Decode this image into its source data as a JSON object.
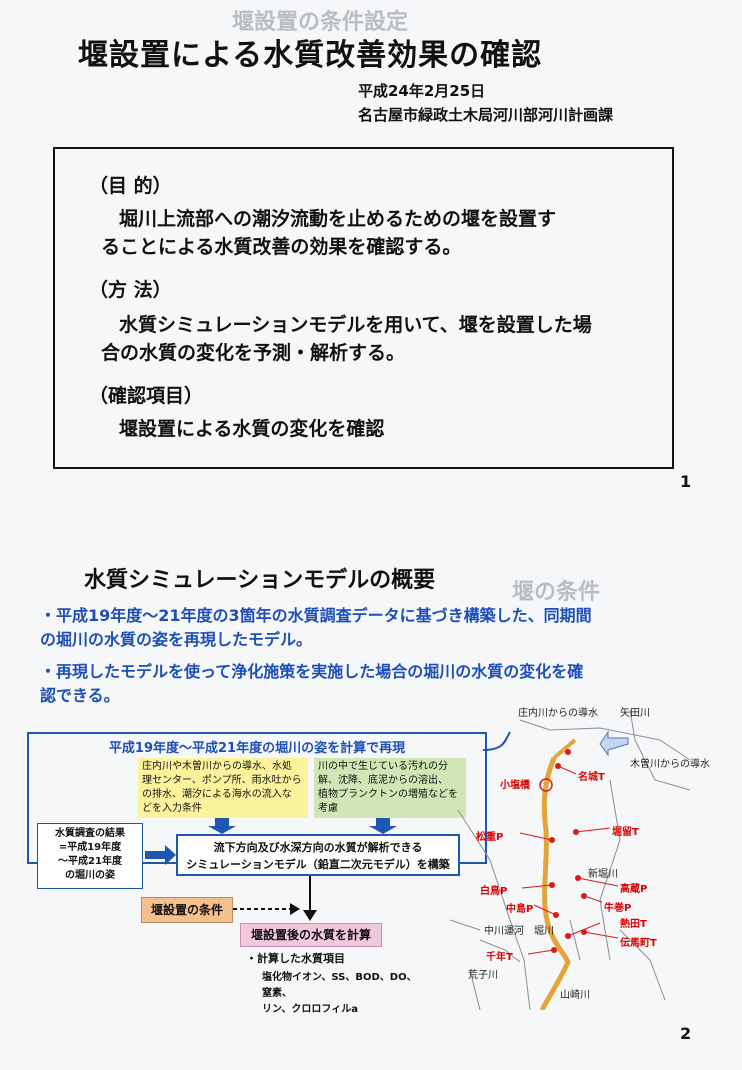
{
  "background_ghost": {
    "p1_top": "堰設置の条件設定",
    "p2_right": "堰の条件"
  },
  "page1": {
    "title": "堰設置による水質改善効果の確認",
    "date": "平成24年2月25日",
    "dept": "名古屋市緑政土木局河川部河川計画課",
    "purpose_heading": "（目  的）",
    "purpose_lines": [
      "堀川上流部への潮汐流動を止めるための堰を設置す",
      "ることによる水質改善の効果を確認する。"
    ],
    "method_heading": "（方  法）",
    "method_lines": [
      "水質シミュレーションモデルを用いて、堰を設置した場",
      "合の水質の変化を予測・解析する。"
    ],
    "check_heading": "（確認項目）",
    "check_line": "堰設置による水質の変化を確認",
    "page_number": "1"
  },
  "page2": {
    "title": "水質シミュレーションモデルの概要",
    "bullet1": [
      "・平成19年度～21年度の3箇年の水質調査データに基づき構築した、同期間",
      "の堀川の水質の姿を再現したモデル。"
    ],
    "bullet2": [
      "・再現したモデルを使って浄化施策を実施した場合の堀川の水質の変化を確",
      "認できる。"
    ],
    "flow": {
      "header": "平成19年度～平成21年度の堀川の姿を計算で再現",
      "input_conditions": [
        "庄内川や木曽川からの導水、水処",
        "理センター、ポンプ所、雨水吐から",
        "の排水、潮汐による海水の流入な",
        "どを入力条件"
      ],
      "river_processes": [
        "川の中で生じている汚れの分",
        "解、沈降、底泥からの溶出、",
        "植物プランクトンの増殖などを",
        "考慮"
      ],
      "survey_results": [
        "水質調査の結果",
        "=平成19年度",
        "～平成21年度",
        "の堀川の姿"
      ],
      "model_build": [
        "流下方向及び水深方向の水質が解析できる",
        "シミュレーションモデル（鉛直二次元モデル）を構築"
      ],
      "weir_condition": "堰設置の条件",
      "result": "堰設置後の水質を計算",
      "calc_items_heading": "・計算した水質項目",
      "calc_items": [
        "塩化物イオン、SS、BOD、DO、窒素、",
        "リン、クロロフィルa"
      ]
    },
    "map": {
      "labels_black": [
        "庄内川からの導水",
        "矢田川",
        "木曽川からの導水",
        "新堀川",
        "中川運河",
        "堀川",
        "荒子川",
        "山崎川"
      ],
      "labels_red": [
        "小塩橋",
        "名城T",
        "松重P",
        "堀留T",
        "白鳥P",
        "高蔵P",
        "中島P",
        "牛巻P",
        "熱田T",
        "千年T",
        "伝馬町T"
      ],
      "colors": {
        "river": "#e3a53a",
        "mark": "#e01818",
        "arrow": "#4a76c8"
      }
    },
    "page_number": "2"
  },
  "colors": {
    "accent_blue": "#1e4fb8",
    "yellow_box": "#fbf39b",
    "green_box": "#cfe7b4",
    "orange_box": "#f4c08e",
    "pink_box": "#f3c8dd"
  }
}
